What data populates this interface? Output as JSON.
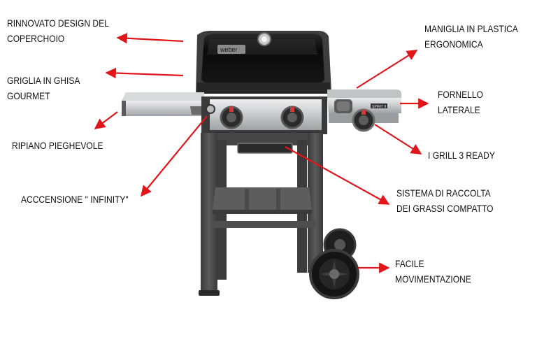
{
  "annotations": {
    "coperchio": [
      "RINNOVATO DESIGN DEL",
      "COPERCHOIO"
    ],
    "griglia": [
      "GRIGLIA IN GHISA",
      "GOURMET"
    ],
    "ripiano": [
      "RIPIANO PIEGHEVOLE"
    ],
    "accensione": [
      "ACCCENSIONE \" INFINITY\""
    ],
    "maniglia": [
      "MANIGLIA IN PLASTICA",
      "ERGONOMICA"
    ],
    "fornello": [
      "FORNELLO",
      "LATERALE"
    ],
    "igrill": [
      "I GRILL 3 READY"
    ],
    "grassi": [
      "SISTEMA DI RACCOLTA",
      "DEI GRASSI COMPATTO"
    ],
    "movimentazione": [
      "FACILE",
      "MOVIMENTAZIONE"
    ]
  },
  "brand": {
    "lid_logo": "weber",
    "panel_badge": "SPIRIT II"
  },
  "colors": {
    "arrow": "#e0161b",
    "label_text": "#111111",
    "grill_body": "#4a4a4a",
    "lid": "#0d0d0d",
    "steel": "#cfd0d2"
  },
  "icons": [
    "arrow-icon",
    "control-knob-icon",
    "wheel-icon",
    "thermometer-icon",
    "ignition-button-icon"
  ]
}
